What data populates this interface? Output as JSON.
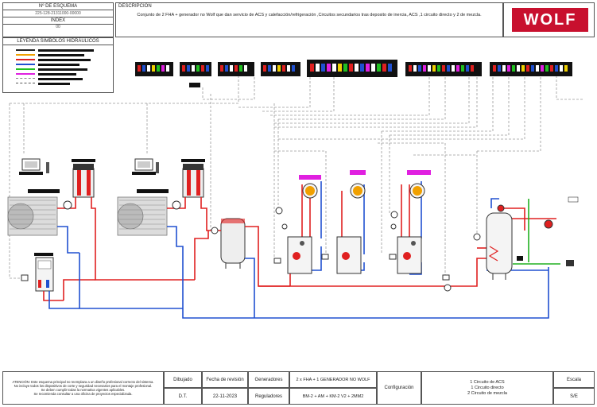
{
  "header": {
    "scheme_label": "Nº DE ESQUEMA",
    "scheme_number": "225-128-21311000-00000",
    "index_label": "INDEX",
    "index_value": "00",
    "description_label": "DESCRIPCIÓN",
    "description_text": "Conjunto de 2 FHA + generador no Wolf que dan servicio de ACS y calefacción/refrigeración ,Circuitos secundarios tras deposito de inercia, ACS ,1 circuito directo y 2 de mezcla.",
    "logo_text": "WOLF"
  },
  "legend": {
    "title": "LEYENDA SIMBOLOS HIDRÁULICOS",
    "line_colors": [
      "#222222",
      "#f0a000",
      "#e02020",
      "#2050d0",
      "#20c020",
      "#e020e0",
      "#888888",
      "#555555"
    ]
  },
  "title_block": {
    "warning_lines": [
      "ATENCIÓN: Este esquema principal no reemplaza a un diseño profesional correcto del sistema.",
      "No incluye todos los dispositivos de corte y seguridad necesarios para el montaje profesional.",
      "Se deben cumplir todas la normativa vigentes aplicables.",
      "Se recomienda consultar a una oficina de proyectos especializada."
    ],
    "drawn_label": "Dibujado",
    "drawn_value": "D.T.",
    "revision_label": "Fecha de revisión",
    "revision_value": "22-11-2023",
    "generators_label": "Generadores",
    "generators_value": "2 x FHA + 1 GENERADOR NO WOLF",
    "regulators_label": "Reguladores",
    "regulators_value": "BM-2 + AM + KM-2 V2 + 2MM2",
    "config_label": "Configuración",
    "config_lines": [
      "1 Circuito de ACS",
      "1 Circuito directo",
      "2 Circuito de mezcla"
    ],
    "scale_label": "Escala",
    "scale_value": "S/E"
  },
  "colors": {
    "hot": "#e02020",
    "cold": "#2050d0",
    "control": "#999999",
    "green": "#20b020",
    "magenta": "#e020e0"
  }
}
